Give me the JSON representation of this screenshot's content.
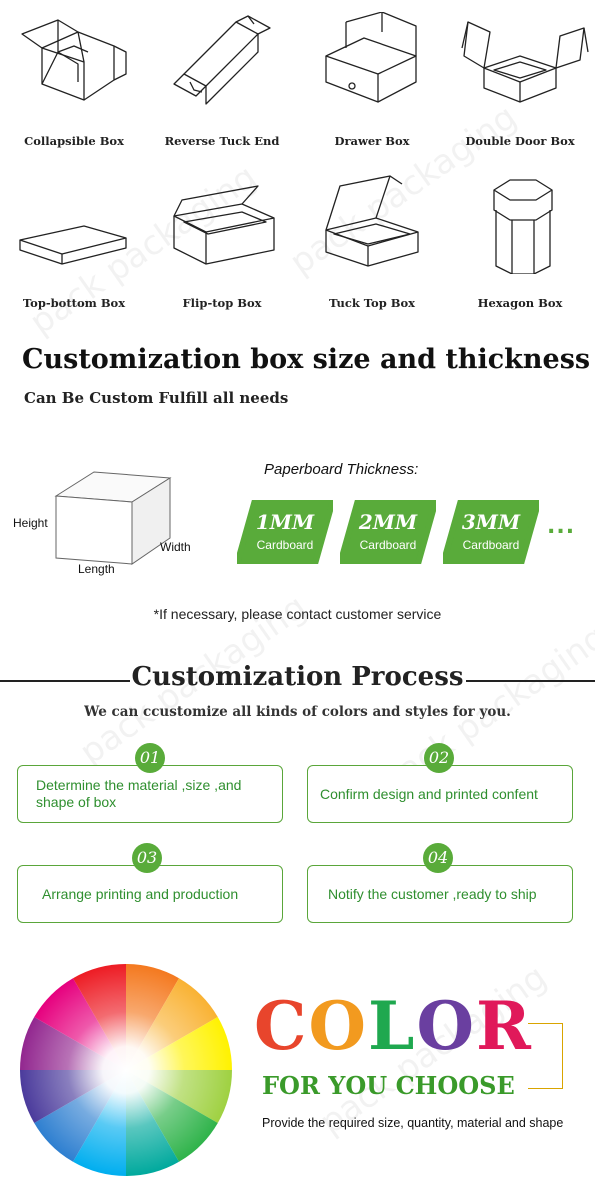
{
  "box_styles": [
    {
      "label": "Collapsible Box",
      "icon": "collapsible-box-icon"
    },
    {
      "label": "Reverse Tuck End",
      "icon": "reverse-tuck-end-icon"
    },
    {
      "label": "Drawer Box",
      "icon": "drawer-box-icon"
    },
    {
      "label": "Double Door Box",
      "icon": "double-door-box-icon"
    },
    {
      "label": "Top-bottom Box",
      "icon": "top-bottom-box-icon"
    },
    {
      "label": "Flip-top Box",
      "icon": "flip-top-box-icon"
    },
    {
      "label": "Tuck Top Box",
      "icon": "tuck-top-box-icon"
    },
    {
      "label": "Hexagon Box",
      "icon": "hexagon-box-icon"
    }
  ],
  "customization": {
    "title": "Customization box size and thickness",
    "subtitle": "Can Be Custom Fulfill all needs",
    "dimension_labels": {
      "height": "Height",
      "width": "Width",
      "length": "Length"
    },
    "thickness_title": "Paperboard Thickness:",
    "thickness_options": [
      {
        "value": "1MM",
        "material": "Cardboard"
      },
      {
        "value": "2MM",
        "material": "Cardboard"
      },
      {
        "value": "3MM",
        "material": "Cardboard"
      }
    ],
    "more": "...",
    "note": "*If necessary, please contact customer service"
  },
  "process": {
    "title": "Customization Process",
    "subtitle": "We can ccustomize all kinds of colors and styles for you.",
    "steps": [
      {
        "num": "01",
        "text": "Determine the material ,size ,and shape of box"
      },
      {
        "num": "02",
        "text": "Confirm design and printed confent"
      },
      {
        "num": "03",
        "text": "Arrange printing and production"
      },
      {
        "num": "04",
        "text": "Notify the customer ,ready to ship"
      }
    ]
  },
  "color_section": {
    "letters": [
      "C",
      "O",
      "L",
      "O",
      "R"
    ],
    "tagline": "FOR YOU CHOOSE",
    "description": "Provide the required size, quantity, material and shape"
  },
  "colors": {
    "green": "#59ab3a",
    "green_text": "#2f8f2f",
    "tagline_green": "#3a9a2a",
    "gold": "#d9a400"
  }
}
